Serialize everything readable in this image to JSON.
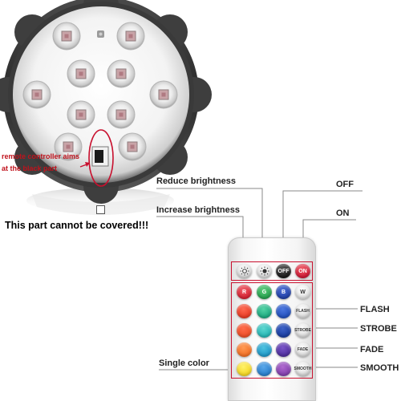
{
  "led_unit": {
    "note_line1": "remote controller aims",
    "note_line2": "at the  black part",
    "warning": "This part cannot be  covered!!!"
  },
  "callouts": {
    "reduce_brightness": "Reduce brightness",
    "increase_brightness": "Increase brightness",
    "off": "OFF",
    "on": "ON",
    "flash": "FLASH",
    "strobe": "STROBE",
    "fade": "FADE",
    "smooth": "SMOOTH",
    "single_color": "Single color"
  },
  "remote": {
    "btn_off": "OFF",
    "btn_on": "ON",
    "btn_r": "R",
    "btn_g": "G",
    "btn_b": "B",
    "btn_w": "W",
    "btn_flash": "FLASH",
    "btn_strobe": "STROBE",
    "btn_fade": "FADE",
    "btn_smooth": "SMOOTH"
  },
  "colors": {
    "accent_red": "#c8102e",
    "note_red": "#c0121c"
  },
  "icons": [
    "brightness-down-icon",
    "brightness-up-icon"
  ]
}
